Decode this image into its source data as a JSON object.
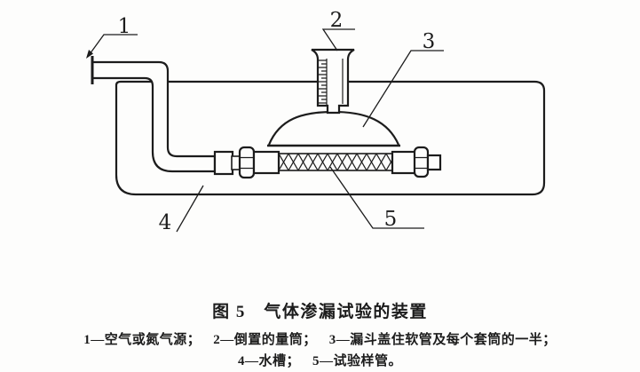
{
  "figure": {
    "title": "图 5　气体渗漏试验的装置",
    "legend": {
      "line1": [
        "1—空气或氮气源；",
        "2—倒置的量筒；",
        "3—漏斗盖住软管及每个套筒的一半；"
      ],
      "line2": [
        "4—水槽；",
        "5—试验样管。"
      ]
    },
    "callouts": {
      "n1": "1",
      "n2": "2",
      "n3": "3",
      "n4": "4",
      "n5": "5"
    },
    "parts_shown": [
      "air-or-nitrogen-source-pipe",
      "inverted-measuring-cylinder",
      "funnel-covering-hose-and-half-of-each-sleeve",
      "water-tank",
      "test-sample-hose"
    ],
    "colors": {
      "ink": "#1c1c1c",
      "paper": "#fdfdfc"
    }
  }
}
